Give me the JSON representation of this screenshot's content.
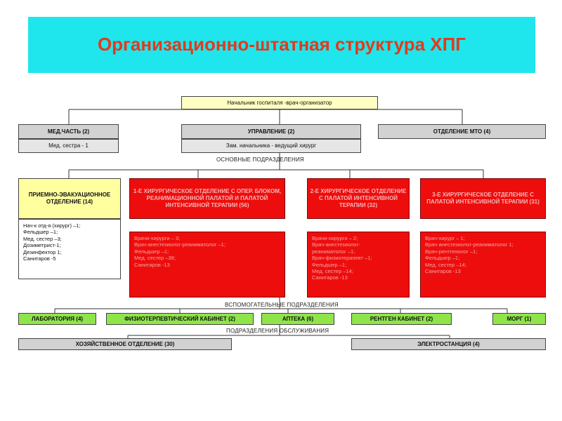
{
  "title": "Организационно-штатная структура ХПГ",
  "head": "Начальник госпиталя -врач-организатор",
  "top_units": [
    {
      "name": "МЕД.ЧАСТЬ (2)",
      "sub": "Мед. сестра - 1"
    },
    {
      "name": "УПРАВЛЕНИЕ (2)",
      "sub": "Зам. начальника - ведущий хирург"
    },
    {
      "name": "ОТДЕЛЕНИЕ МТО (4)"
    }
  ],
  "section_main": "ОСНОВНЫЕ ПОДРАЗДЕЛЕНИЯ",
  "main_units": [
    {
      "name": "ПРИЕМНО-ЭВАКУАЦИОННОЕ ОТДЕЛЕНИЕ (14)",
      "staff": [
        "Нач-к отд-я (хирург) –1;",
        "Фельдшер –1;",
        "Мед. сестер –3;",
        "Дозиметрист-1;",
        "Дезинфектор 1;",
        "Санитаров -5"
      ]
    },
    {
      "name": "1-Е ХИРУРГИЧЕСКОЕ ОТДЕЛЕНИЕ С ОПЕР. БЛОКОМ, РЕАНИМАЦИОННОЙ ПАЛАТОЙ И ПАЛАТОЙ ИНТЕНСИВНОЙ ТЕРАПИИ (56)",
      "staff": [
        "Врачи-хирурги – 3;",
        "Врач-анестезиолог-реаниматолог –1;",
        "Фельдшер –1;",
        "Мед. сестер –38;",
        "Санитаров -13"
      ]
    },
    {
      "name": "2-Е ХИРУРГИЧЕСКОЕ ОТДЕЛЕНИЕ С ПАЛАТОЙ ИНТЕНСИВНОЙ ТЕРАПИИ (32)",
      "staff": [
        "Врачи-хирурги – 2;",
        "Врач-анестезиолог-",
        "реаниматолог –1;",
        "Врач-физиотерапевт –1;",
        "Фельдшер –1;",
        "Мед. сестер –14;",
        "Санитаров -13"
      ]
    },
    {
      "name": "3-Е ХИРУРГИЧЕСКОЕ ОТДЕЛЕНИЕ С ПАЛАТОЙ ИНТЕНСИВНОЙ ТЕРАПИИ (31)",
      "staff": [
        "Врач-хирург – 1;",
        "Врач-анестезиолог-реаниматолог 1;",
        "Врач-рентгенолог –1;",
        "Фельдшер –1;",
        "Мед. сестер –14;",
        "Санитаров -13"
      ]
    }
  ],
  "section_aux": "ВСПОМОГАТЕЛЬНЫЕ ПОДРАЗДЕЛЕНИЯ",
  "aux_units": [
    "ЛАБОРАТОРИЯ (4)",
    "ФИЗИОТЕРПЕВТИЧЕСКИЙ КАБИНЕТ (2)",
    "АПТЕКА (6)",
    "РЕНТГЕН КАБИНЕТ (2)",
    "МОРГ (1)"
  ],
  "section_service": "ПОДРАЗДЕЛЕНИЯ ОБСЛУЖИВАНИЯ",
  "service_units": [
    "ХОЗЯЙСТВЕННОЕ ОТДЕЛЕНИЕ (30)",
    "ЭЛЕКТРОСТАНЦИЯ (4)"
  ],
  "colors": {
    "banner": "#1fe6ec",
    "title": "#e4391c",
    "surgical": "#ee0d0d",
    "aux": "#8fe44a",
    "head": "#ffffc4",
    "gray": "#d2d2d2"
  }
}
